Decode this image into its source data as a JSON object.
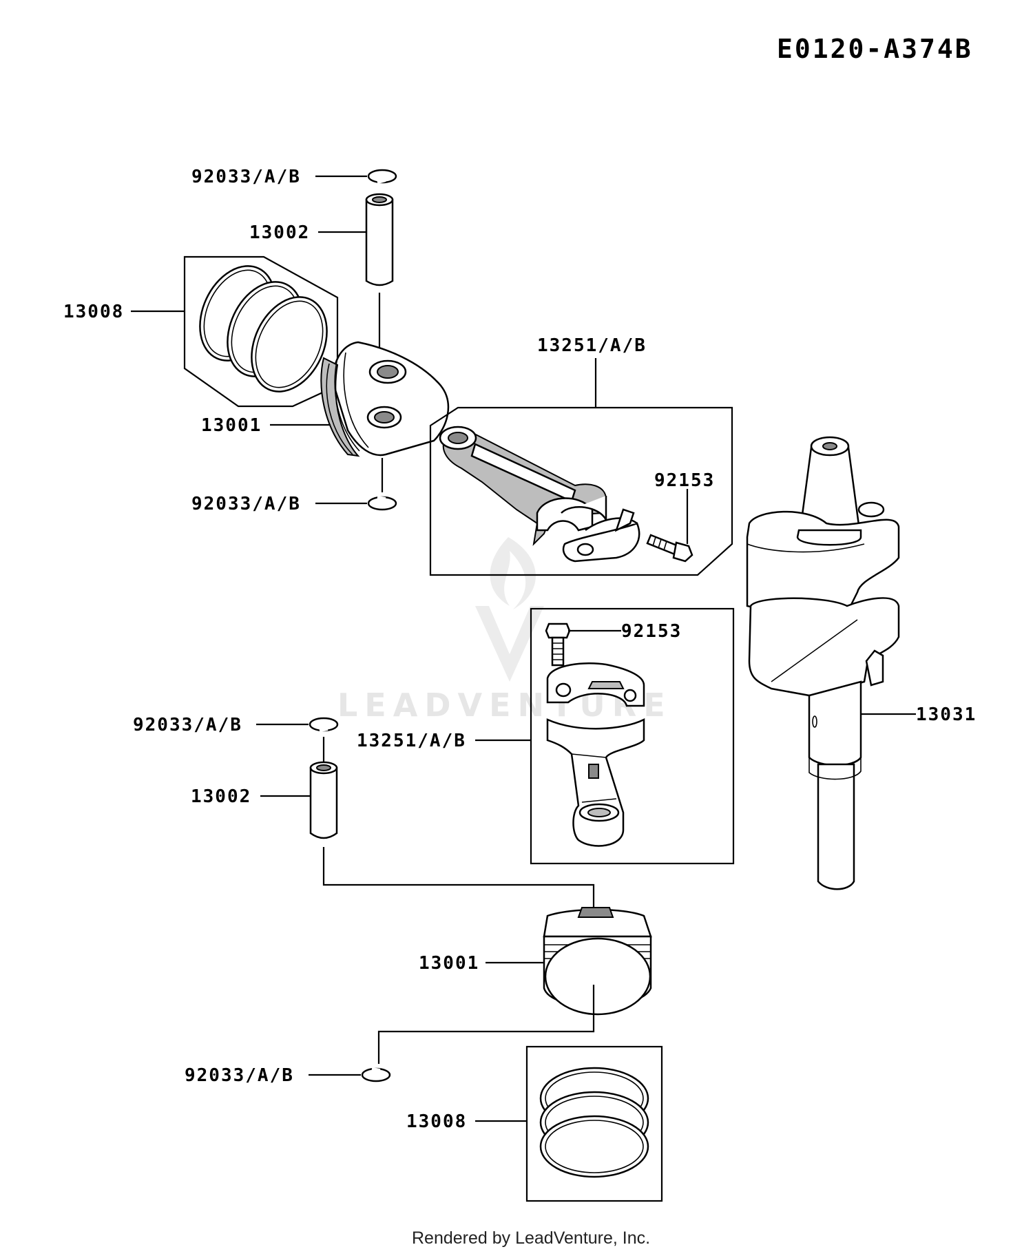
{
  "diagram_code": "E0120-A374B",
  "watermark_text": "LEADVENTURE",
  "credit": "Rendered by LeadVenture, Inc.",
  "labels": {
    "snap_ring_top_upper": "92033/A/B",
    "pin_upper": "13002",
    "rings_upper": "13008",
    "rod_upper": "13251/A/B",
    "piston_upper": "13001",
    "bolt_upper": "92153",
    "snap_ring_top_lower": "92033/A/B",
    "bolt_lower": "92153",
    "snap_ring_mid": "92033/A/B",
    "rod_lower": "13251/A/B",
    "crankshaft": "13031",
    "pin_lower": "13002",
    "piston_lower": "13001",
    "snap_ring_bottom": "92033/A/B",
    "rings_lower": "13008"
  }
}
